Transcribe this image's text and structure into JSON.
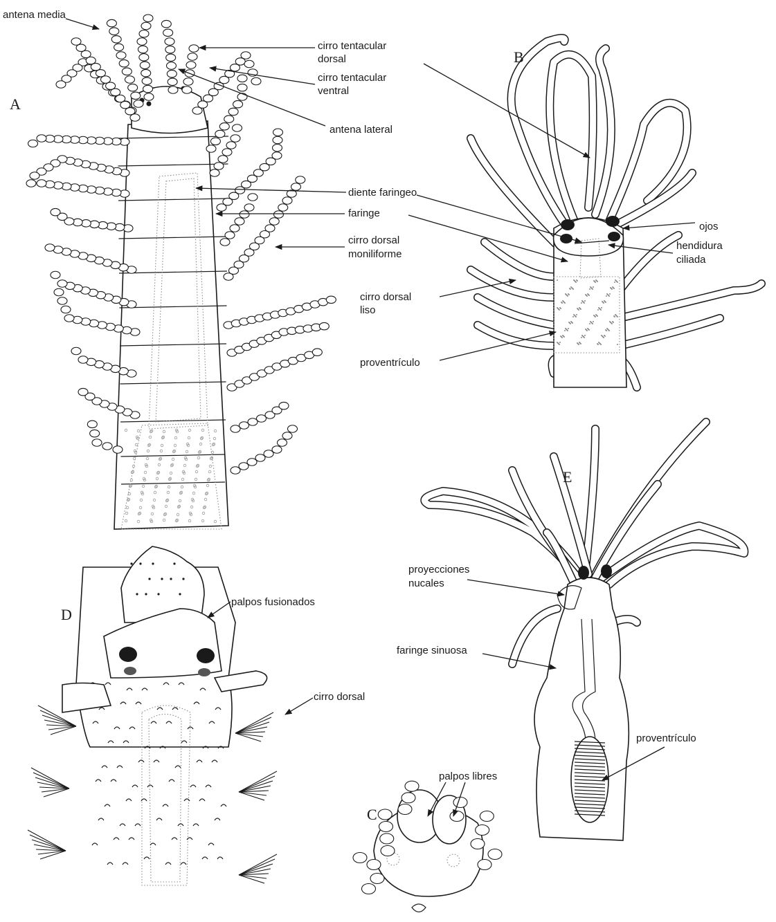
{
  "panels": {
    "a": "A",
    "b": "B",
    "c": "C",
    "d": "D",
    "e": "E"
  },
  "labels": {
    "antena_media": "antena media",
    "cirro_tent_dorsal_1": "cirro tentacular",
    "cirro_tent_dorsal_2": "dorsal",
    "cirro_tent_ventral_1": "cirro tentacular",
    "cirro_tent_ventral_2": "ventral",
    "antena_lateral": "antena lateral",
    "diente_faringeo": "diente faringeo",
    "faringe": "faringe",
    "cirro_dorsal_monil_1": "cirro dorsal",
    "cirro_dorsal_monil_2": "moniliforme",
    "ojos": "ojos",
    "hendidura_1": "hendidura",
    "hendidura_2": "ciliada",
    "cirro_liso_1": "cirro dorsal",
    "cirro_liso_2": "liso",
    "proventriculo_b": "proventrículo",
    "proyecciones_1": "proyecciones",
    "proyecciones_2": "nucales",
    "faringe_sinuosa": "faringe sinuosa",
    "proventriculo_e": "proventrículo",
    "palpos_fusionados": "palpos fusionados",
    "cirro_dorsal_d": "cirro dorsal",
    "palpos_libres": "palpos libres"
  }
}
